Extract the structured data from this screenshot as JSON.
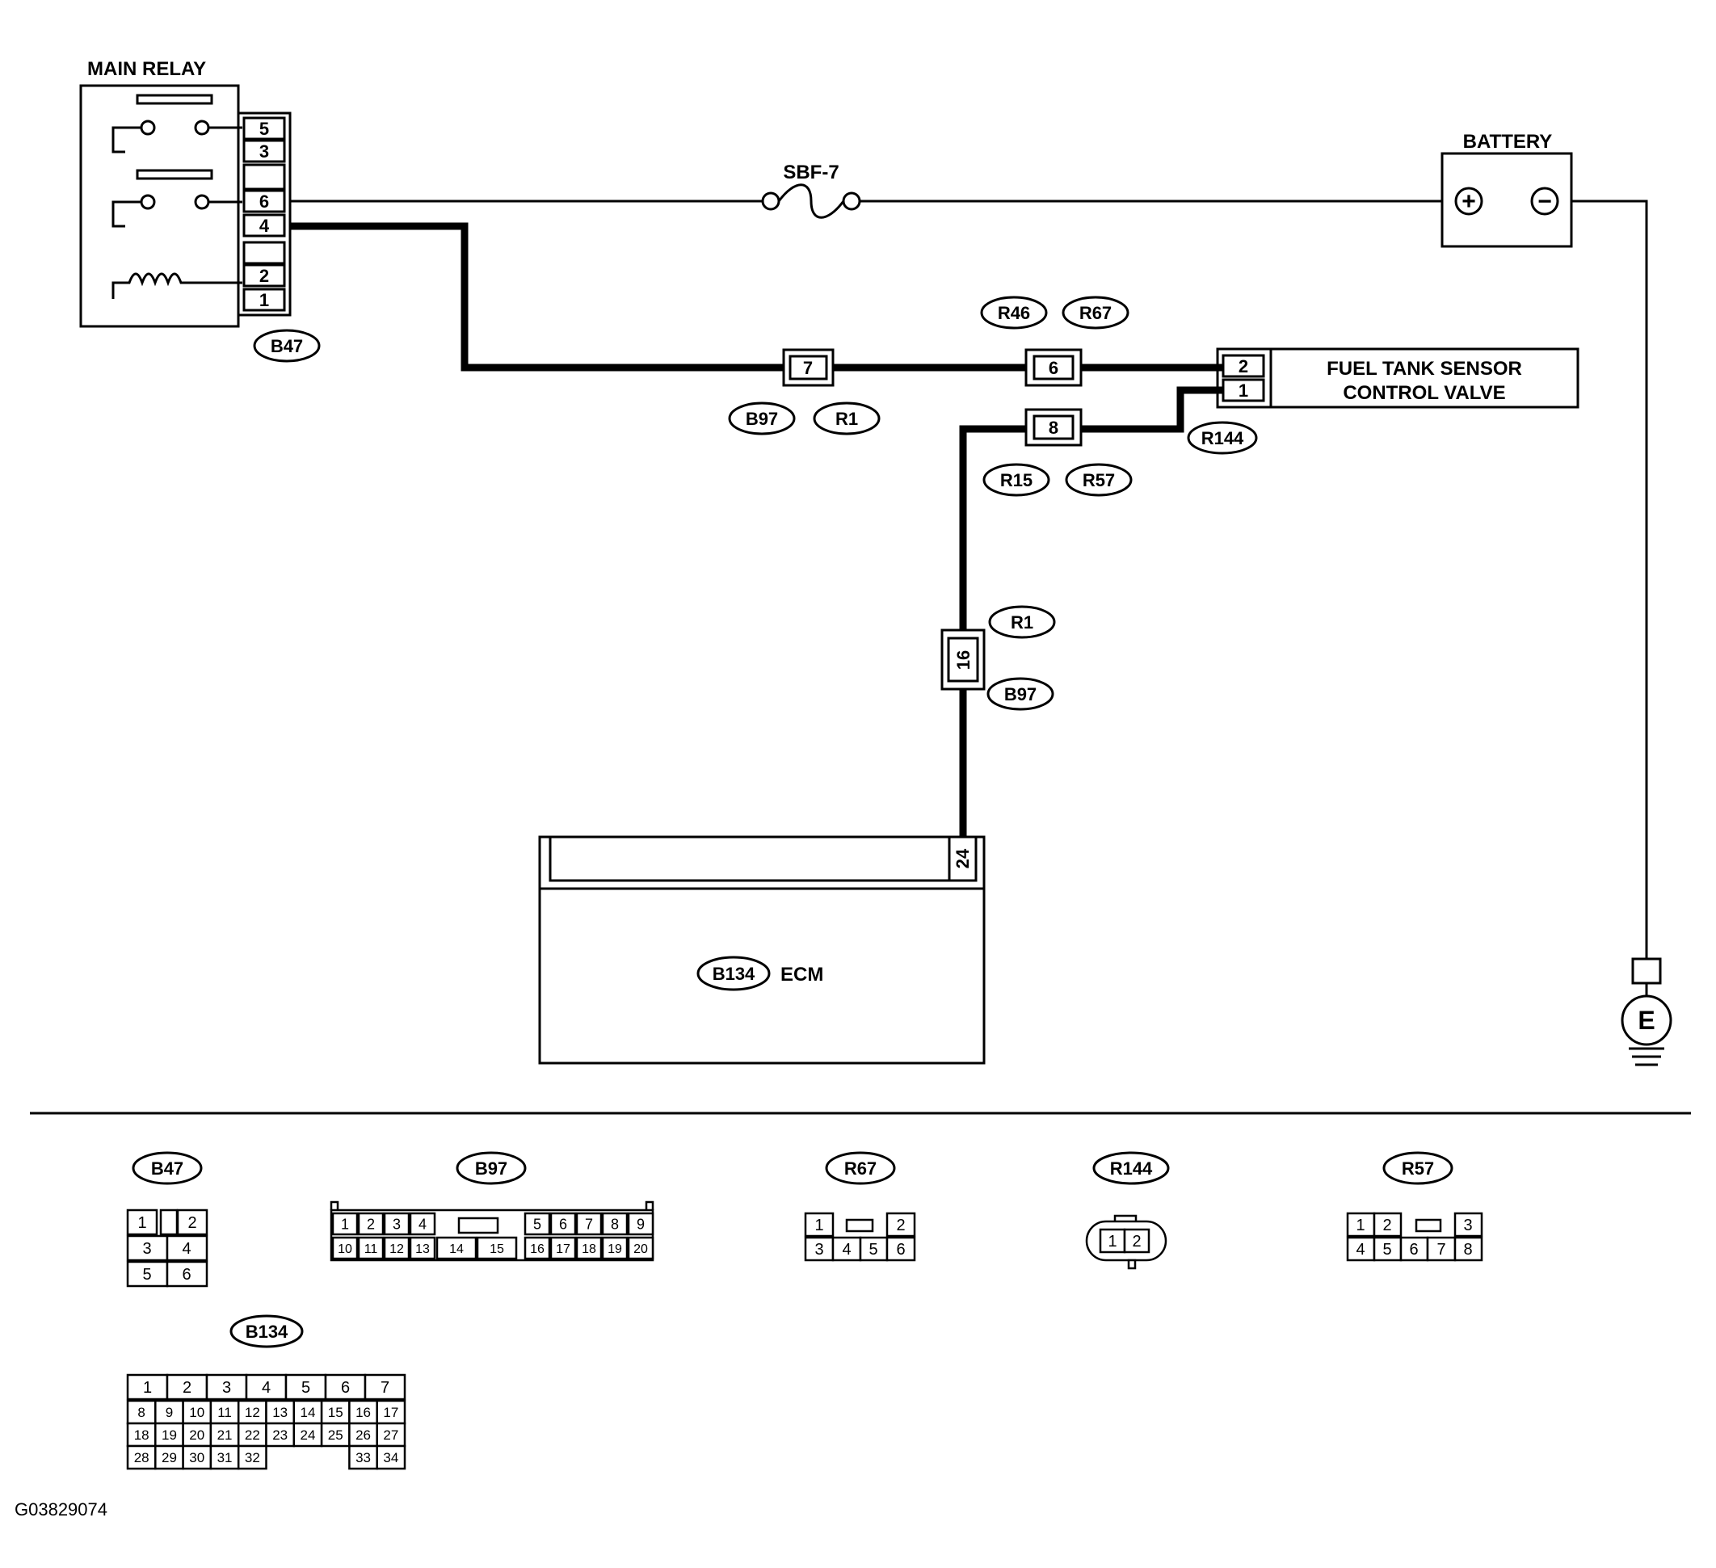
{
  "main_relay": {
    "title": "MAIN RELAY",
    "pins": [
      "5",
      "3",
      "6",
      "4",
      "2",
      "1"
    ],
    "connector": "B47"
  },
  "fuse": {
    "label": "SBF-7"
  },
  "battery": {
    "label": "BATTERY",
    "plus": "+",
    "minus": "−"
  },
  "connectors": {
    "b97_r1_pin7": {
      "pin": "7",
      "tags": [
        "B97",
        "R1"
      ]
    },
    "r46_r67_pin6": {
      "pin": "6",
      "tags": [
        "R46",
        "R67"
      ]
    },
    "r15_r57_pin8": {
      "pin": "8",
      "tags": [
        "R15",
        "R57"
      ]
    },
    "r1_b97_pin16": {
      "pin": "16",
      "tags": [
        "R1",
        "B97"
      ]
    }
  },
  "valve": {
    "line1": "FUEL TANK SENSOR",
    "line2": "CONTROL VALVE",
    "pins": [
      "2",
      "1"
    ],
    "connector": "R144"
  },
  "ecm": {
    "connector": "B134",
    "label": "ECM",
    "pin": "24"
  },
  "ground": {
    "label": "E"
  },
  "connector_views": {
    "b47": {
      "title": "B47",
      "pins": [
        "1",
        "2",
        "3",
        "4",
        "5",
        "6"
      ]
    },
    "b97": {
      "title": "B97",
      "pins": [
        "1",
        "2",
        "3",
        "4",
        "5",
        "6",
        "7",
        "8",
        "9",
        "10",
        "11",
        "12",
        "13",
        "14",
        "15",
        "16",
        "17",
        "18",
        "19",
        "20"
      ]
    },
    "r67": {
      "title": "R67",
      "pins": [
        "1",
        "2",
        "3",
        "4",
        "5",
        "6"
      ]
    },
    "r144": {
      "title": "R144",
      "pins": [
        "1",
        "2"
      ]
    },
    "r57": {
      "title": "R57",
      "pins": [
        "1",
        "2",
        "3",
        "4",
        "5",
        "6",
        "7",
        "8"
      ]
    },
    "b134": {
      "title": "B134",
      "pins": [
        "1",
        "2",
        "3",
        "4",
        "5",
        "6",
        "7",
        "8",
        "9",
        "10",
        "11",
        "12",
        "13",
        "14",
        "15",
        "16",
        "17",
        "18",
        "19",
        "20",
        "21",
        "22",
        "23",
        "24",
        "25",
        "26",
        "27",
        "28",
        "29",
        "30",
        "31",
        "32",
        "33",
        "34"
      ]
    }
  },
  "footer": {
    "code": "G03829074"
  }
}
